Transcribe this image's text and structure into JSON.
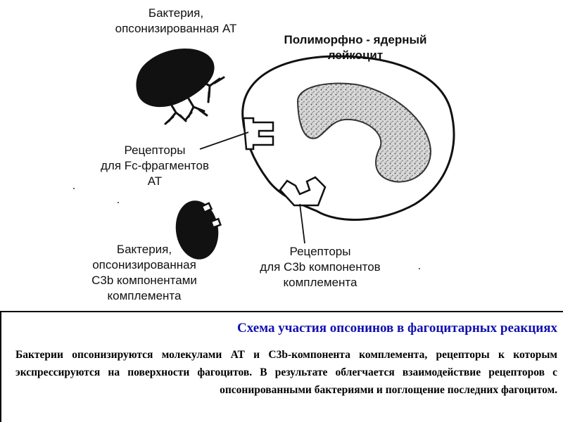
{
  "labels": {
    "bacterium_at": [
      "Бактерия,",
      "опсонизированная АТ"
    ],
    "pmn": [
      "Полиморфно - ядерный",
      "лейкоцит"
    ],
    "fc_receptors": [
      "Рецепторы",
      "для Fc-фрагментов",
      "АТ"
    ],
    "bacterium_c3b": [
      "Бактерия,",
      "опсонизированная",
      "С3b компонентами",
      "комплемента"
    ],
    "c3b_receptors": [
      "Рецепторы",
      "для С3b компонентов",
      "комплемента"
    ]
  },
  "caption": {
    "title": "Схема участия опсонинов в фагоцитарных реакциях",
    "text": "Бактерии опсонизируются молекулами АТ и С3b-компонента комплемента, рецепторы к которым экспрессируются на поверхности фагоцитов. В результате облегчается взаимодействие рецепторов с опсонированными бактериями и поглощение последних фагоцитом."
  },
  "colors": {
    "caption_title": "#1010b0",
    "ink": "#111111"
  }
}
